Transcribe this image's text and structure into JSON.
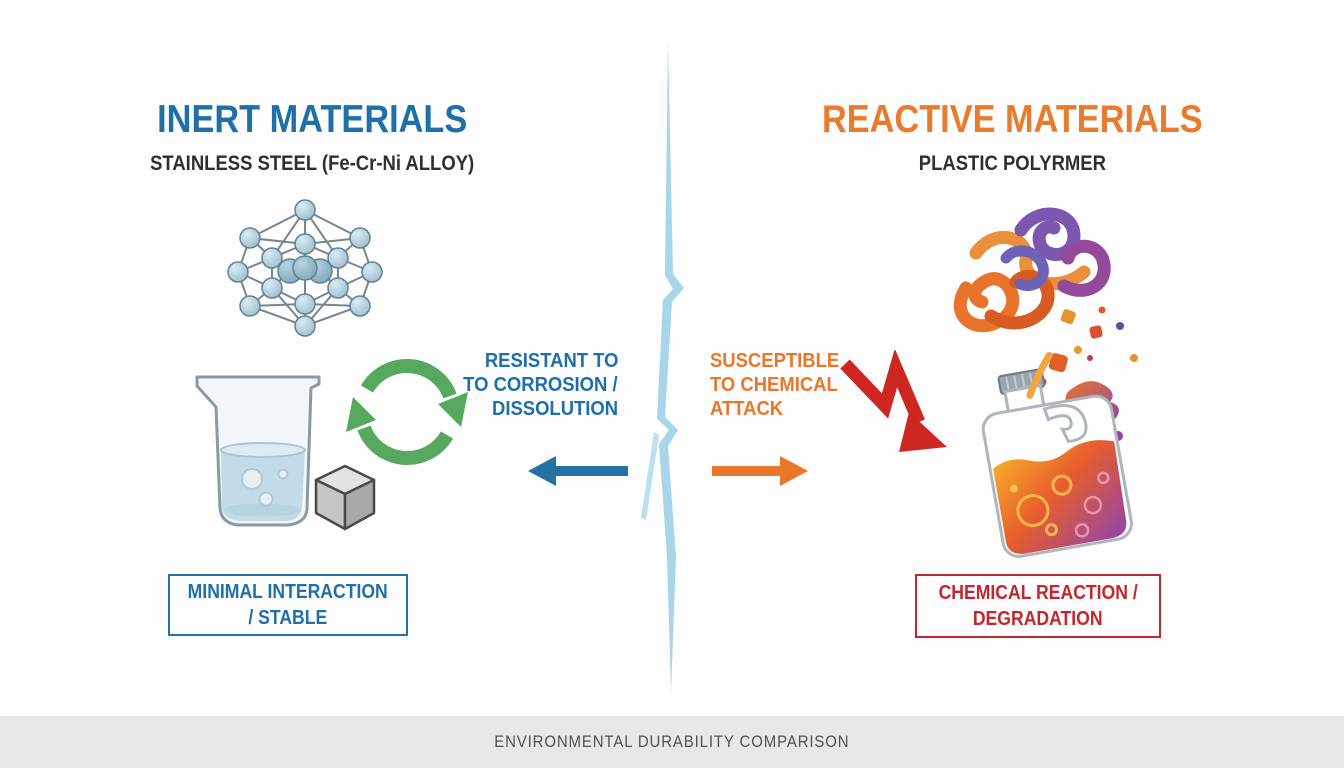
{
  "left": {
    "title": "INERT MATERIALS",
    "subtitle": "STAINLESS STEEL (Fe-Cr-Ni ALLOY)",
    "property_lines": {
      "l1": "RESISTANT TO",
      "l2": "TO CORROSION /",
      "l3": "DISSOLUTION"
    },
    "result_lines": {
      "l1": "MINIMAL INTERACTION",
      "l2": "/ STABLE"
    }
  },
  "right": {
    "title": "REACTIVE MATERIALS",
    "subtitle": "PLASTIC POLYRMER",
    "property_lines": {
      "l1": "SUSCEPTIBLE",
      "l2": "TO CHEMICAL",
      "l3": "ATTACK"
    },
    "result_lines": {
      "l1": "CHEMICAL REACTION /",
      "l2": "DEGRADATION"
    }
  },
  "footer": {
    "caption": "ENVIRONMENTAL DURABILITY COMPARISON"
  },
  "icons": {
    "left_illustrations": [
      "crystal-lattice",
      "beaker-with-metal-cube",
      "recycle-cycle-arrows",
      "left-arrow"
    ],
    "right_illustrations": [
      "polymer-tangle",
      "jug-with-reacting-liquid",
      "declining-zigzag-arrow",
      "right-arrow"
    ],
    "divider": "lightning-bolt"
  },
  "colors": {
    "inert_blue": "#1f6fa8",
    "reactive_orange": "#e87b2c",
    "result_red": "#c2272e",
    "cycle_green": "#56a85f",
    "attack_red": "#ce2620",
    "bolt_light_blue": "#a8d5e7",
    "footer_gray": "#e6e8e7",
    "dark_text": "#2f2f2f"
  }
}
